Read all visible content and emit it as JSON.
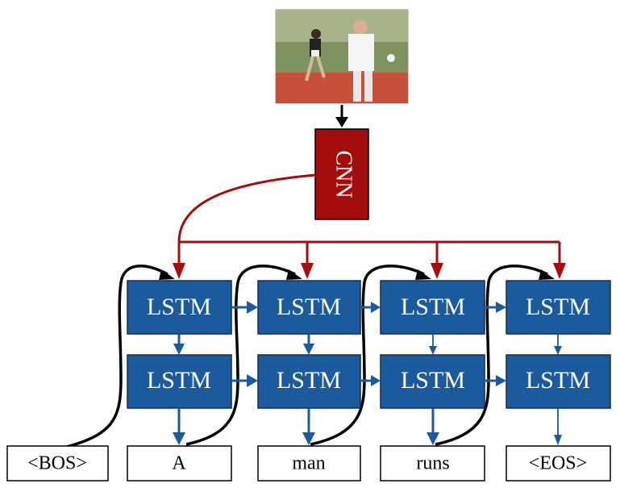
{
  "cnn": {
    "label": "CNN"
  },
  "lstm": {
    "top": [
      "LSTM",
      "LSTM",
      "LSTM",
      "LSTM"
    ],
    "bottom": [
      "LSTM",
      "LSTM",
      "LSTM",
      "LSTM"
    ]
  },
  "words": [
    "<BOS>",
    "A",
    "man",
    "runs",
    "<EOS>"
  ],
  "colors": {
    "lstm_fill": "#1b5a9c",
    "lstm_stroke": "#0f2f55",
    "lstm_arrow": "#1b5a9c",
    "cnn_fill": "#a30d0d",
    "cnn_arrow": "#a30d0d",
    "feedback": "#000000"
  },
  "image": {
    "description_icon": "video-frame-thumbnail"
  }
}
